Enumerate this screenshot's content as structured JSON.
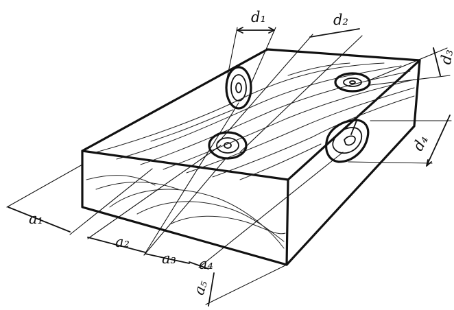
{
  "labels": {
    "d1": "d₁",
    "d2": "d₂",
    "d3": "d₃",
    "d4": "d₄",
    "a1": "a₁",
    "a2": "a₂",
    "a3": "a₃",
    "a4": "a₄",
    "a5": "a₅"
  }
}
